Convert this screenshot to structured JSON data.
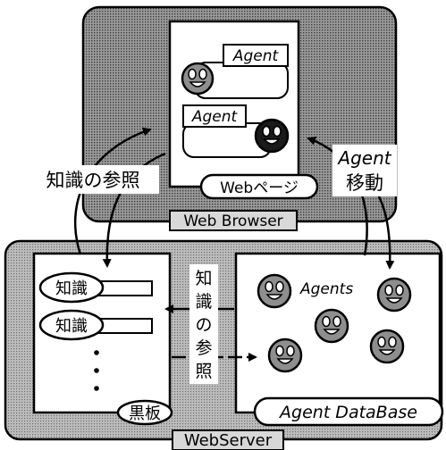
{
  "web_browser": {
    "label": "Web Browser",
    "page_label": "Webページ",
    "agent_bubble_1": "Agent",
    "agent_bubble_2": "Agent"
  },
  "web_server": {
    "label": "WebServer"
  },
  "blackboard": {
    "label": "黒板",
    "items": [
      "知識",
      "知識"
    ],
    "ellipsis": "⋮"
  },
  "agent_database": {
    "label": "Agent DataBase",
    "agents_label": "Agents"
  },
  "flows": {
    "knowledge_reference_upper": "知識の参照",
    "agent_move": [
      "Agent",
      "移動"
    ],
    "knowledge_reference_vertical": [
      "知",
      "識",
      "の",
      "参",
      "照"
    ]
  },
  "colors": {
    "panel_fill": "#a7a7a7",
    "face_fill": "#8e8e8e",
    "box_fill": "#ffffff",
    "stroke": "#000000"
  }
}
